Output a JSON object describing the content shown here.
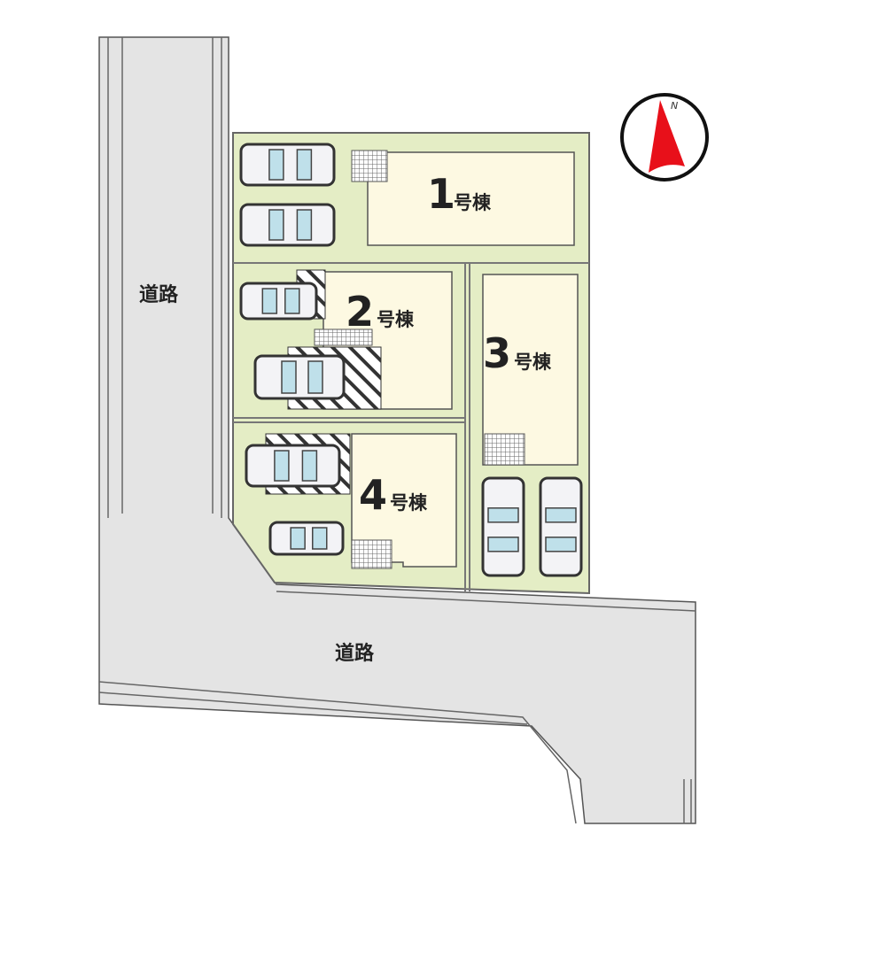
{
  "roads": [
    {
      "label": "道路"
    },
    {
      "label": "道路"
    }
  ],
  "lots": [
    {
      "number": "1",
      "suffix": "号棟"
    },
    {
      "number": "2",
      "suffix": "号棟"
    },
    {
      "number": "3",
      "suffix": "号棟"
    },
    {
      "number": "4",
      "suffix": "号棟"
    }
  ],
  "compass": {
    "label": "N",
    "arrow_color": "#e8101a"
  },
  "colors": {
    "lot": "#e4edc5",
    "house": "#fdf9e2",
    "road": "#e4e4e4"
  }
}
